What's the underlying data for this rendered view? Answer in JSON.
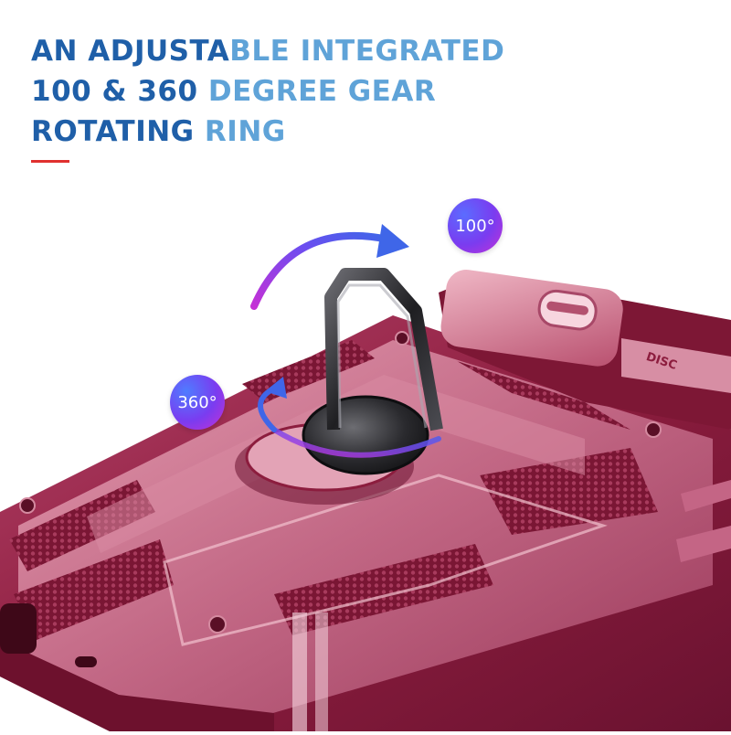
{
  "headline": {
    "line1_dark": "AN ADJUSTA",
    "line1_light": "BLE INTEGRATED",
    "line2_dark": "100 & 360",
    "line2_light": " DEGREE GEAR",
    "line3_dark": "ROTATING",
    "line3_light": " RING"
  },
  "badges": {
    "angle_a": "100°",
    "angle_b": "360°"
  },
  "colors": {
    "headline_dark": "#1f5fa8",
    "headline_light": "#5fa3d8",
    "accent": "#e0312f",
    "case": "#8c1d3e",
    "ring": "#2b2b2e",
    "arrow_start": "#c431d6",
    "arrow_end": "#3f66e8"
  },
  "icons": [
    "rotation-arrow-icon",
    "ring-holder-icon",
    "camera-slider-icon"
  ]
}
